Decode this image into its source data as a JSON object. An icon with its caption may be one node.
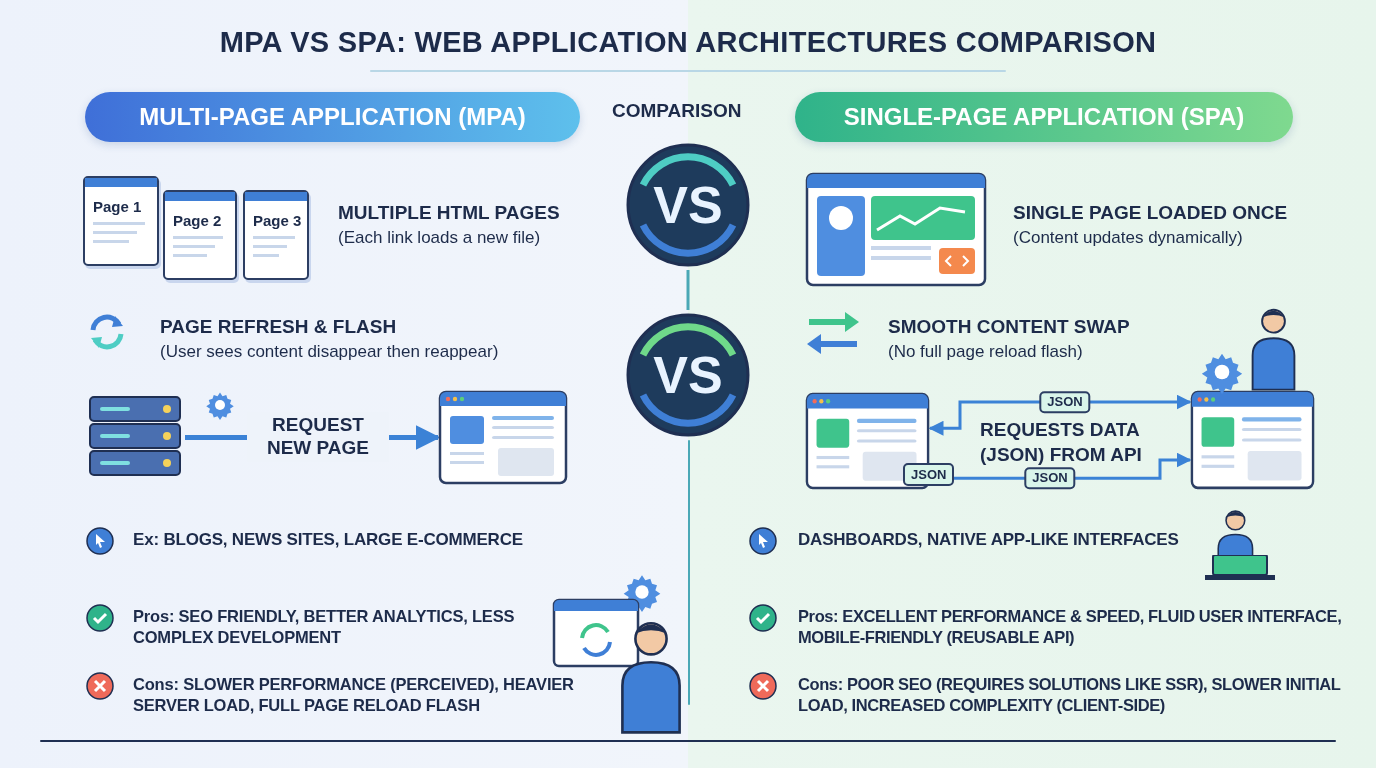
{
  "diagram": {
    "title": "MPA VS SPA: WEB APPLICATION ARCHITECTURES COMPARISON",
    "nodes": [
      {
        "text": [
          "MULTI-PAGE APPLICATION (MPA)"
        ]
      },
      {
        "text": [
          "SINGLE-PAGE APPLICATION (SPA)"
        ]
      },
      {
        "text": [
          "VS"
        ]
      },
      {
        "text": [
          "VS"
        ]
      },
      {
        "text": [
          "Page 1"
        ]
      },
      {
        "text": [
          "Page 2"
        ]
      },
      {
        "text": [
          "Page 3"
        ]
      },
      {
        "text": [],
        "shape": "picture"
      },
      {
        "text": [],
        "shape": "picture"
      },
      {
        "text": [],
        "shape": "picture"
      },
      {
        "text": [],
        "shape": "picture"
      }
    ],
    "edges": [
      {
        "from": 2,
        "to": 3,
        "arrow": "none"
      },
      {
        "from": 7,
        "to": 8,
        "arrow": "to",
        "label": "REQUEST NEW PAGE"
      },
      {
        "from": 9,
        "to": 10,
        "arrow": "both",
        "label": "JSON"
      },
      {
        "from": 9,
        "to": 10,
        "arrow": "both",
        "label": "JSON"
      }
    ],
    "labels": [
      "COMPARISON",
      "MULTIPLE HTML PAGES",
      "(Each link loads a new file)",
      "SINGLE PAGE LOADED ONCE",
      "(Content updates dynamically)",
      "PAGE REFRESH & FLASH",
      "(User sees content disappear then reappear)",
      "SMOOTH CONTENT SWAP",
      "(No full page reload flash)",
      "REQUESTS DATA (JSON) FROM API",
      "JSON",
      "Ex: BLOGS, NEWS SITES, LARGE E-COMMERCE",
      "DASHBOARDS, NATIVE APP-LIKE INTERFACES",
      "Pros: SEO FRIENDLY, BETTER ANALYTICS, LESS COMPLEX DEVELOPMENT",
      "Pros: EXCELLENT PERFORMANCE & SPEED, FLUID USER INTERFACE, MOBILE-FRIENDLY (REUSABLE API)",
      "Cons: SLOWER PERFORMANCE (PERCEIVED), HEAVIER SERVER LOAD, FULL PAGE RELOAD FLASH",
      "Cons: POOR SEO (REQUIRES SOLUTIONS LIKE SSR), SLOWER INITIAL LOAD, INCREASED COMPLEXITY (CLIENT-SIDE)"
    ]
  }
}
